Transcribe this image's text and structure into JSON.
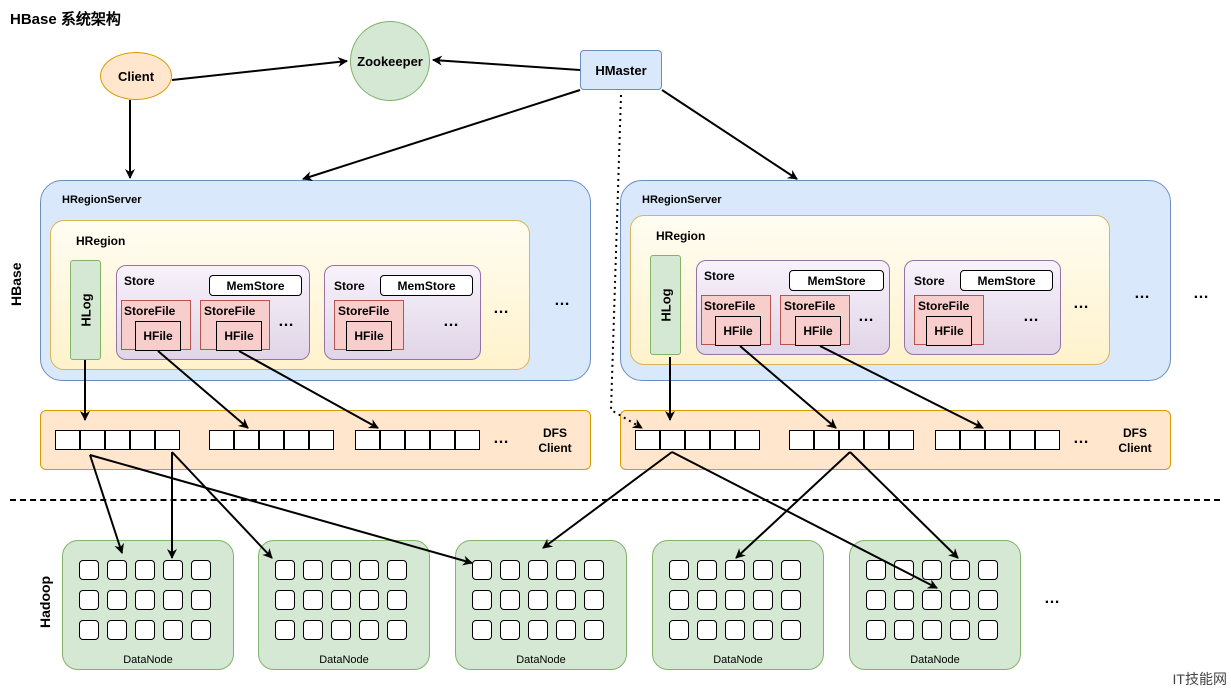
{
  "title": "HBase 系统架构",
  "client": "Client",
  "zookeeper": "Zookeeper",
  "hmaster": "HMaster",
  "hbase_label": "HBase",
  "hadoop_label": "Hadoop",
  "region_server": "HRegionServer",
  "region": "HRegion",
  "hlog": "HLog",
  "store": "Store",
  "memstore": "MemStore",
  "storefile": "StoreFile",
  "hfile": "HFile",
  "ellipsis": "…",
  "dfs_client_line1": "DFS",
  "dfs_client_line2": "Client",
  "datanode": "DataNode",
  "watermark": "IT技能网"
}
